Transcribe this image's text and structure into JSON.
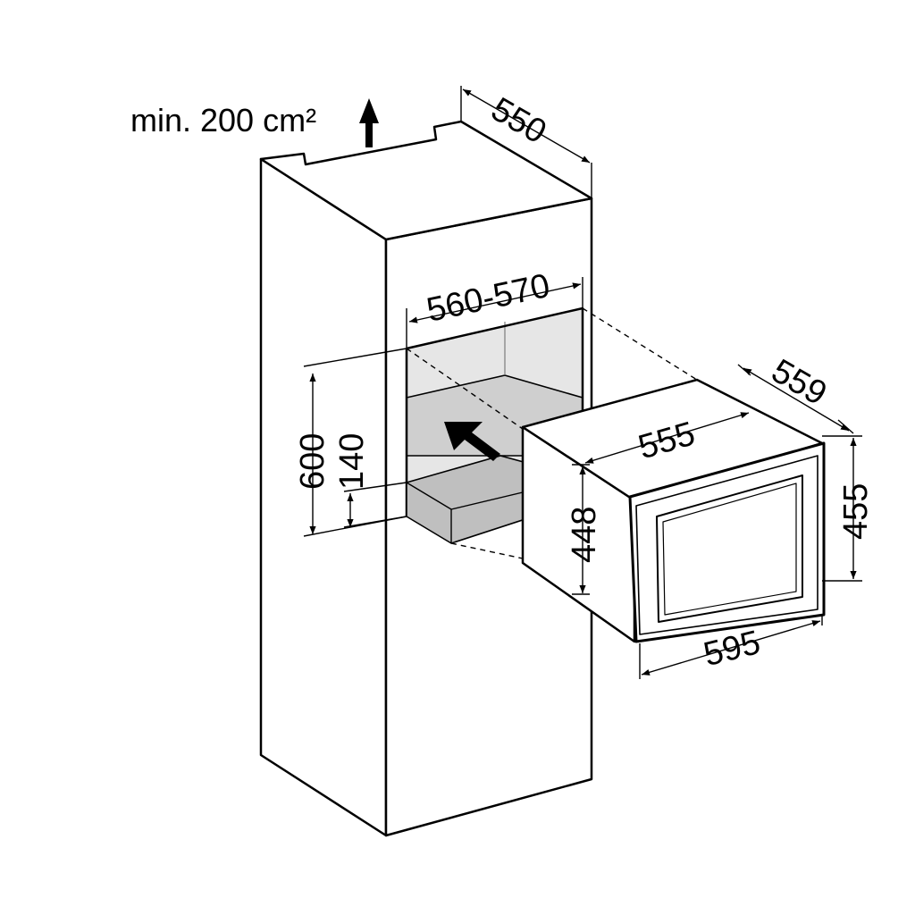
{
  "ventilation": {
    "label": "min. 200 cm²"
  },
  "dimensions": {
    "cabinet_depth": "550",
    "niche_width": "560-570",
    "niche_height": "600",
    "niche_lower_gap": "140",
    "appliance_depth": "559",
    "appliance_body_width": "555",
    "appliance_body_height": "448",
    "appliance_front_height": "455",
    "appliance_front_width": "595"
  },
  "colors": {
    "line": "#000000",
    "niche_fill": "#d9d9d9",
    "niche_back": "#e6e6e6",
    "drawer_fill": "#bfbfbf"
  }
}
